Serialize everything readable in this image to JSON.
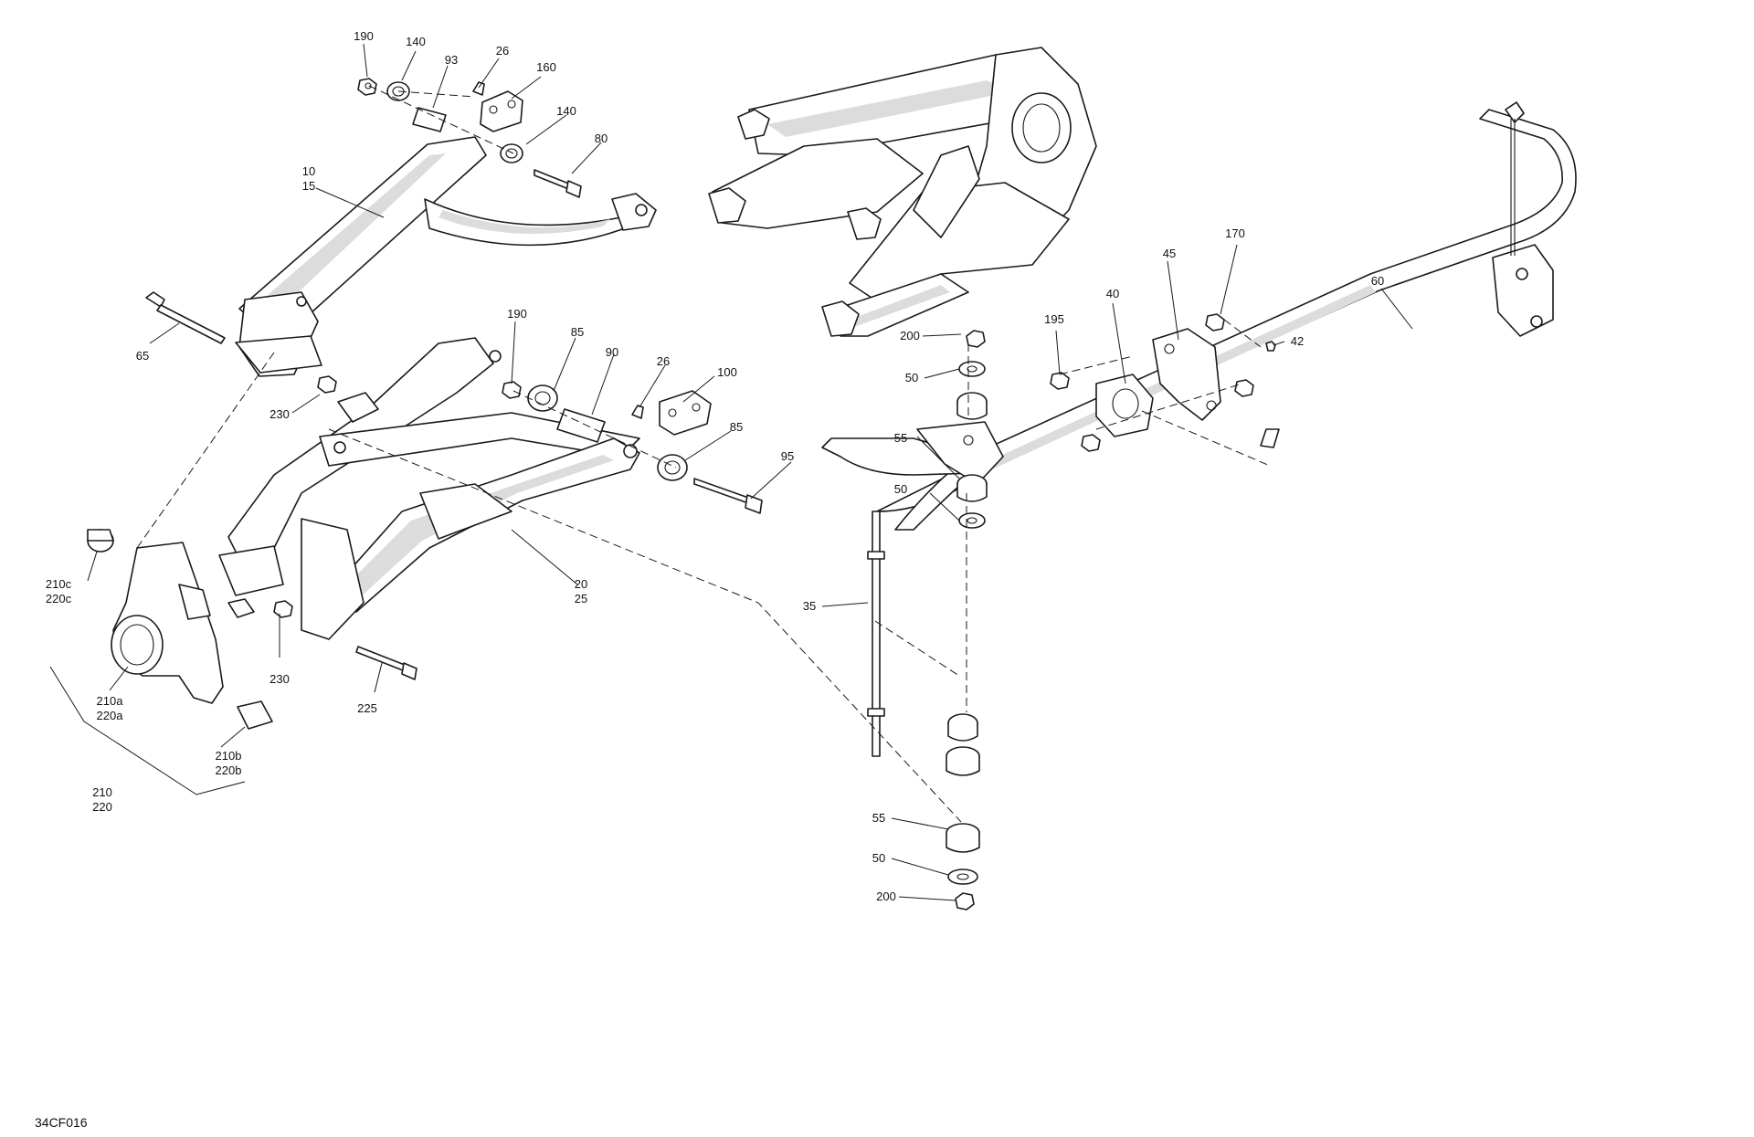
{
  "figure": {
    "code": "34CF016",
    "callouts": {
      "c190a": "190",
      "c140a": "140",
      "c93": "93",
      "c26a": "26",
      "c160": "160",
      "c140b": "140",
      "c80": "80",
      "c10": "10",
      "c15": "15",
      "c65": "65",
      "c230a": "230",
      "c190b": "190",
      "c85a": "85",
      "c90": "90",
      "c26b": "26",
      "c100": "100",
      "c85b": "85",
      "c95": "95",
      "c20": "20",
      "c25": "25",
      "c210c": "210c",
      "c220c": "220c",
      "c230b": "230",
      "c225": "225",
      "c210a": "210a",
      "c220a": "220a",
      "c210b": "210b",
      "c220b": "220b",
      "c210": "210",
      "c220": "220",
      "c200a": "200",
      "c50a": "50",
      "c55a": "55",
      "c50b": "50",
      "c35": "35",
      "c55b": "55",
      "c50c": "50",
      "c200b": "200",
      "c195": "195",
      "c40": "40",
      "c45": "45",
      "c170": "170",
      "c42": "42",
      "c60": "60"
    }
  }
}
